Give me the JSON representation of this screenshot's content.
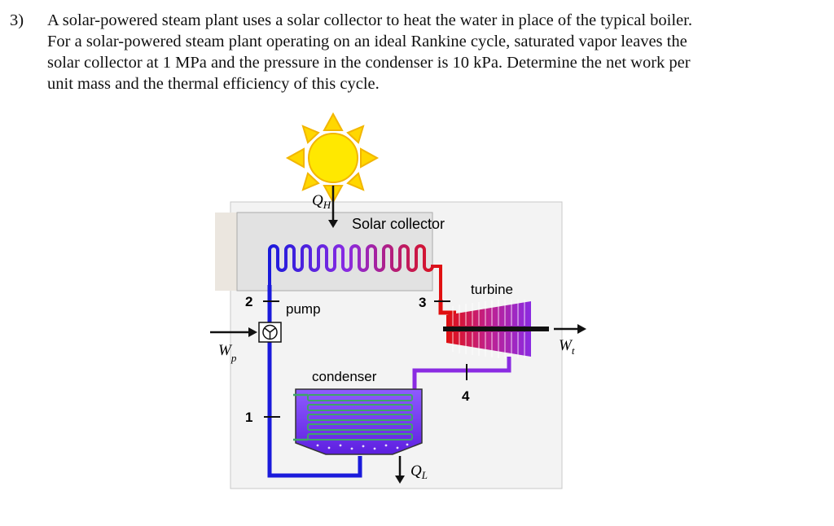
{
  "problem": {
    "number": "3)",
    "lines": [
      "A solar-powered steam plant uses a solar collector to heat the water in place of the typical boiler.",
      "For a solar-powered steam plant operating on an ideal Rankine cycle, saturated vapor leaves the",
      "solar collector at 1 MPa and the pressure in the condenser is 10 kPa. Determine the net work per",
      "unit mass and the thermal efficiency of this cycle."
    ]
  },
  "diagram": {
    "labels": {
      "qh": "Q",
      "qh_sub": "H",
      "solar_collector": "Solar collector",
      "turbine": "turbine",
      "pump": "pump",
      "condenser": "condenser",
      "ql": "Q",
      "ql_sub": "L",
      "wp": "W",
      "wp_sub": "p",
      "wt": "W",
      "wt_sub": "t"
    },
    "states": [
      "1",
      "2",
      "3",
      "4"
    ],
    "colors": {
      "cold_pipe": "#1a1adb",
      "hot_pipe": "#e01010",
      "exhaust_pipe": "#8a2be2",
      "sun": "#ffd700",
      "sun_rays": "#f2b600",
      "condenser_tank": "#7f3fff",
      "panel": "#f3f3f3"
    }
  }
}
